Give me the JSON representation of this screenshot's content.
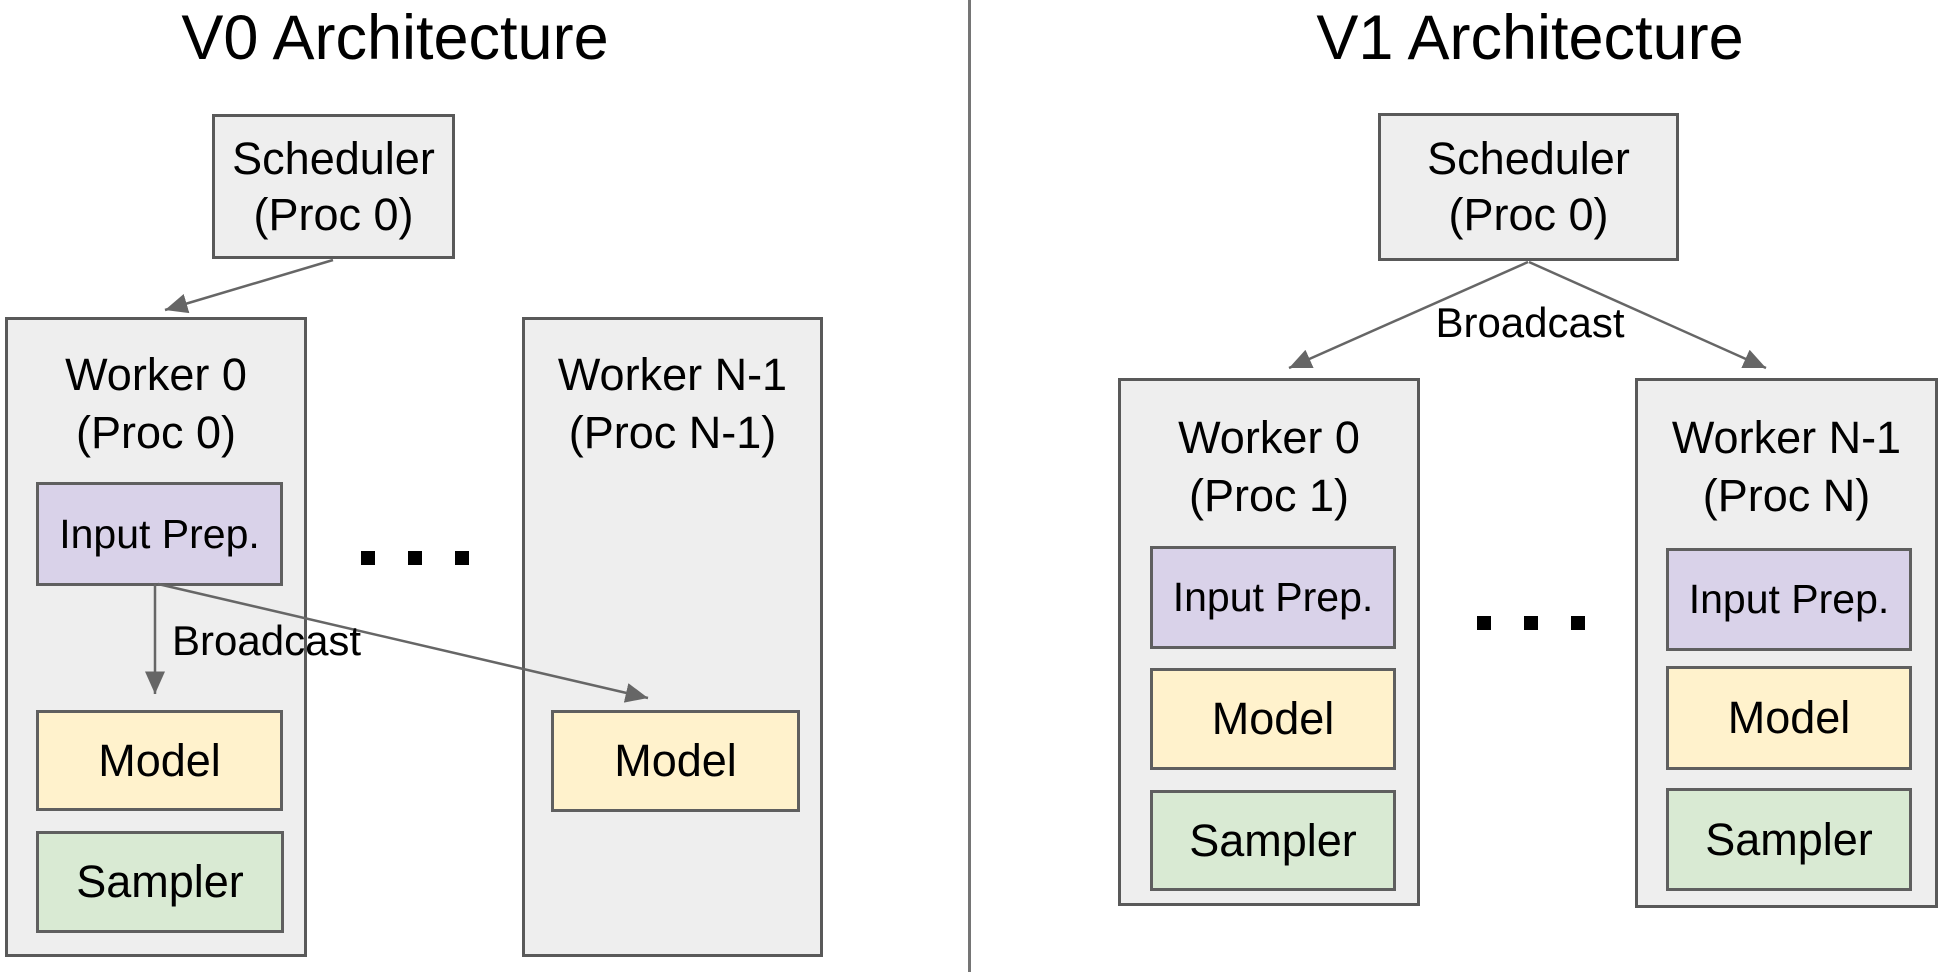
{
  "left_panel": {
    "title": "V0 Architecture",
    "scheduler": {
      "title": "Scheduler",
      "subtitle": "(Proc 0)"
    },
    "worker_0": {
      "title": "Worker 0",
      "subtitle": "(Proc 0)",
      "input_prep_label": "Input Prep.",
      "model_label": "Model",
      "sampler_label": "Sampler"
    },
    "worker_n": {
      "title": "Worker N-1",
      "subtitle": "(Proc N-1)",
      "model_label": "Model"
    },
    "broadcast_label": "Broadcast",
    "ellipsis": ". . ."
  },
  "right_panel": {
    "title": "V1 Architecture",
    "scheduler": {
      "title": "Scheduler",
      "subtitle": "(Proc 0)"
    },
    "broadcast_label": "Broadcast",
    "worker_0": {
      "title": "Worker 0",
      "subtitle": "(Proc 1)",
      "input_prep_label": "Input Prep.",
      "model_label": "Model",
      "sampler_label": "Sampler"
    },
    "worker_n": {
      "title": "Worker N-1",
      "subtitle": "(Proc N)",
      "input_prep_label": "Input Prep.",
      "model_label": "Model",
      "sampler_label": "Sampler"
    },
    "ellipsis": ". . ."
  },
  "colors": {
    "container_fill": "#eeeeee",
    "container_border": "#595959",
    "input_prep_fill": "#d9d2e9",
    "model_fill": "#fff2cc",
    "sampler_fill": "#d9ead3",
    "arrow": "#666666",
    "divider": "#757575",
    "text": "#000000"
  }
}
